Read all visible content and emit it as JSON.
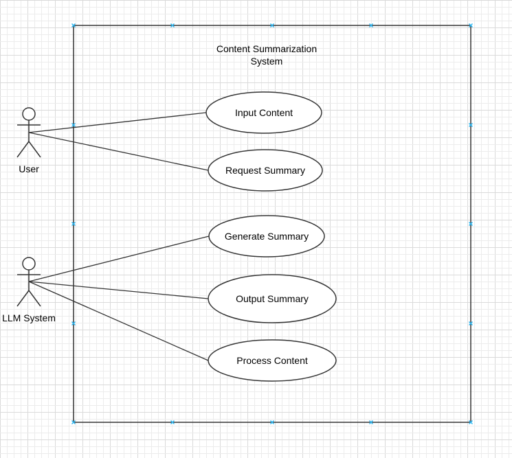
{
  "diagram": {
    "type": "use-case",
    "system_boundary": {
      "title_lines": [
        "Content Summarization",
        "System"
      ]
    },
    "actors": [
      {
        "id": "user",
        "label": "User"
      },
      {
        "id": "llm",
        "label": "LLM System"
      }
    ],
    "use_cases": [
      {
        "id": "input",
        "label": "Input Content"
      },
      {
        "id": "request",
        "label": "Request Summary"
      },
      {
        "id": "generate",
        "label": "Generate Summary"
      },
      {
        "id": "output",
        "label": "Output Summary"
      },
      {
        "id": "process",
        "label": "Process Content"
      }
    ],
    "associations": [
      {
        "from": "user",
        "to": "input"
      },
      {
        "from": "user",
        "to": "request"
      },
      {
        "from": "llm",
        "to": "generate"
      },
      {
        "from": "llm",
        "to": "output"
      },
      {
        "from": "llm",
        "to": "process"
      }
    ]
  },
  "colors": {
    "grid_minor": "#ececec",
    "grid_major": "#dadada",
    "stroke": "#333333",
    "handle": "#29b6f2",
    "background": "#ffffff"
  }
}
